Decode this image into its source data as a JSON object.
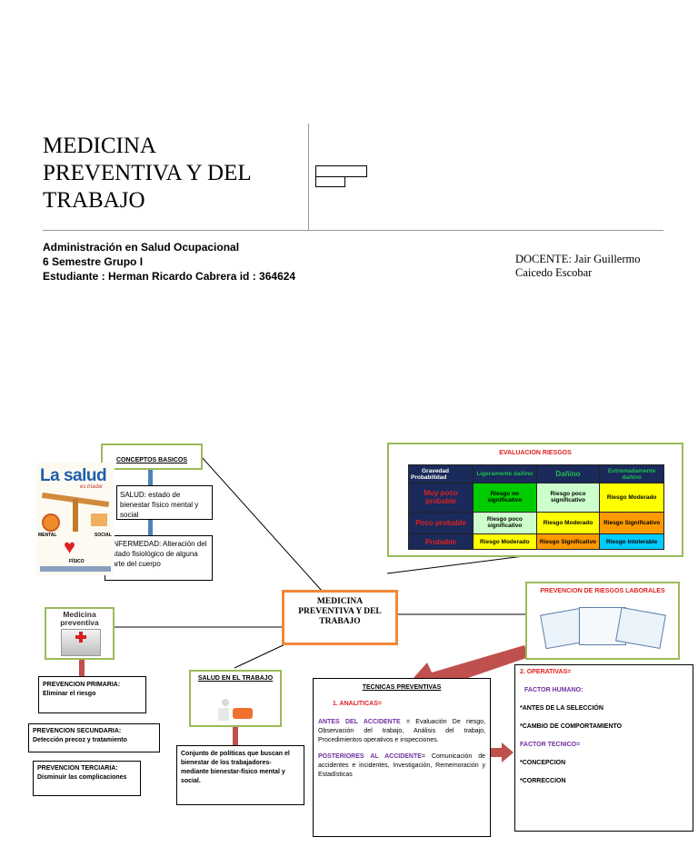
{
  "header": {
    "title_line1": "MEDICINA",
    "title_line2": "PREVENTIVA Y DEL",
    "title_line3": "TRABAJO",
    "course": "Administración en Salud Ocupacional",
    "group": "6 Semestre Grupo I",
    "student": "Estudiante : Herman Ricardo Cabrera id : 364624",
    "teacher_line1": "DOCENTE: Jair Guillermo",
    "teacher_line2": "Caicedo Escobar"
  },
  "center_node": {
    "line1": "MEDICINA",
    "line2": "PREVENTIVA Y DEL",
    "line3": "TRABAJO"
  },
  "conceptos": {
    "title": "CONCEPTOS BASICOS",
    "salud": "SALUD: estado de bienestar físico mental y social",
    "enfermedad": "ENFERMEDAD: Alteración del estado fisiológico de alguna parte del cuerpo",
    "image_title": "La salud",
    "image_sub": "es triadal",
    "image_labels": [
      "MENTAL",
      "SOCIAL",
      "FÍSICO"
    ]
  },
  "evaluacion": {
    "title": "EVALUACION RIESGOS",
    "corner_top": "Gravedad",
    "corner_bottom": "Probabilidad",
    "columns": [
      "Ligeramente dañino",
      "Dañino",
      "Extremadamente dañino"
    ],
    "rows": [
      {
        "label": "Muy poco probable",
        "cells": [
          "Riesgo no significativo",
          "Riesgo poco significativo",
          "Riesgo Moderado"
        ]
      },
      {
        "label": "Poco probable",
        "cells": [
          "Riesgo poco significativo",
          "Riesgo Moderado",
          "Riesgo Significativo"
        ]
      },
      {
        "label": "Probable",
        "cells": [
          "Riesgo Moderado",
          "Riesgo Significativo",
          "Riesgo Intolerable"
        ]
      }
    ],
    "colors": [
      "#00cc00",
      "#ccffcc",
      "#ffff00",
      "#ff9900",
      "#00ccff"
    ]
  },
  "medicina_preventiva": {
    "label_line1": "Medicina",
    "label_line2": "preventiva",
    "primaria_title": "PREVENCION PRIMARIA:",
    "primaria_text": "Eliminar el riesgo",
    "secundaria_title": "PREVENCION SECUNDARIA:",
    "secundaria_text": "Detección precoz y tratamiento",
    "terciaria_title": "PREVENCION TERCIARIA:",
    "terciaria_text": "Disminuir las complicaciones"
  },
  "salud_trabajo": {
    "title": "SALUD EN EL TRABAJO",
    "text": "Conjunto de políticas que buscan el bienestar de los trabajadores- mediante bienestar-físico mental y social."
  },
  "tecnicas": {
    "title": "TECNICAS PREVENTIVAS",
    "analiticas": "1.   ANALITICAS=",
    "antes_label": "ANTES DEL ACCIDENTE",
    "antes_text": " = Evaluación De riesgo, Observación del trabajo, Análisis del trabajo, Procedimientos operativos e inspecciones.",
    "posteriores_label": "POSTERIORES AL ACCIDENTE",
    "posteriores_text": "= Comunicación de accidentes e incidentes, Investigación, Rememoración y Estadísticas"
  },
  "prevencion_riesgos": {
    "title": "PREVENCION DE RIESGOS LABORALES"
  },
  "operativas": {
    "title": "2. OPERATIVAS=",
    "factor_humano": "FACTOR HUMANO:",
    "fh_items": [
      "*ANTES DE LA SELECCIÓN",
      "*CAMBIO DE COMPORTAMIENTO"
    ],
    "factor_tecnico": "FACTOR TECNICO=",
    "ft_items": [
      "*CONCEPCION",
      "*CORRECCION"
    ]
  }
}
